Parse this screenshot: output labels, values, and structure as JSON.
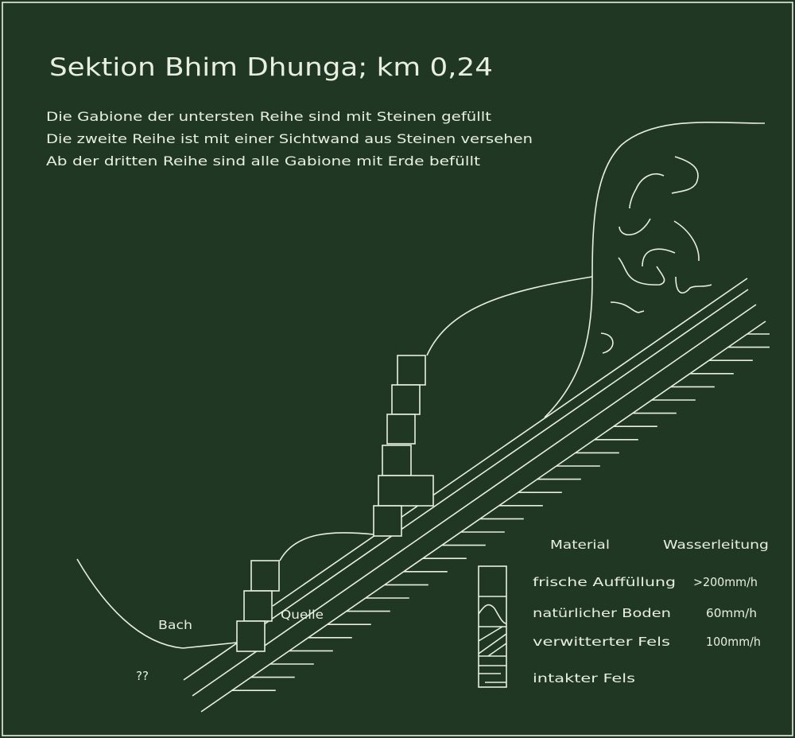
{
  "title": "Sektion Bhim Dhunga; km 0,24",
  "notes": [
    "Die Gabione der untersten Reihe sind mit Steinen gefüllt",
    "Die zweite Reihe ist mit einer Sichtwand aus Steinen versehen",
    "Ab der dritten Reihe sind alle Gabione mit Erde befüllt"
  ],
  "labels": {
    "bach": "Bach",
    "quelle": "Quelle",
    "unknown": "??"
  },
  "legend": {
    "header_material": "Material",
    "header_water": "Wasserleitung",
    "rows": [
      {
        "material": "frische Auffüllung",
        "rate": ">200mm/h"
      },
      {
        "material": "natürlicher Boden",
        "rate": "60mm/h"
      },
      {
        "material": "verwitterter Fels",
        "rate": "100mm/h"
      },
      {
        "material": "intakter Fels",
        "rate": ""
      }
    ]
  },
  "colors": {
    "background": "#203823",
    "stroke": "#e8eee2"
  }
}
